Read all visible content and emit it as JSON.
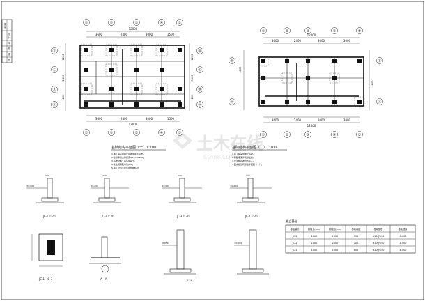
{
  "title_block": {
    "labels": [
      "图",
      "号",
      "设",
      "计",
      "审",
      "核",
      "图",
      "别"
    ]
  },
  "plan1": {
    "title": "基础结构平面图（一）1:100",
    "top_dims": [
      "3600",
      "2400",
      "3000",
      "1500"
    ],
    "top_total": "12000",
    "bottom_dims": [
      "3600",
      "2400",
      "3000",
      "1500"
    ],
    "bottom_total": "12000",
    "left_dims": [
      "1200",
      "2400",
      "1200"
    ],
    "right_dims": [
      "1200",
      "3600",
      "1200"
    ],
    "axes_top": [
      "①",
      "②",
      "③",
      "④",
      "⑤"
    ],
    "axes_side": [
      "Ⓓ",
      "Ⓒ",
      "Ⓑ",
      "Ⓐ"
    ],
    "notes": [
      "1.本工程采用独立基础加条形基础。",
      "2.地基承载力特征值fak=130kPa。",
      "3.基础材料：C25混凝土。",
      "4.未注明基础均为JC-1。",
      "5.施工时须注意与建筑图核对。"
    ]
  },
  "plan2": {
    "title": "基础结构平面图（二）1:100",
    "top_dims": [
      "3600",
      "2400",
      "3000",
      "3000"
    ],
    "top_total": "12000",
    "bottom_dims": [
      "3600",
      "2400",
      "3000",
      "3000"
    ],
    "bottom_total": "12000",
    "side_dims": [
      "4800",
      "4800"
    ],
    "notes": [
      "1.本工程采用独立基础。",
      "2.基础埋深详见基础表。",
      "3.未注明基础均为JC-1。",
      "4.其余做法同基础平面图（一）。"
    ]
  },
  "sections": [
    {
      "label": "JL-1 1:20",
      "dim": "240",
      "elev": "±0.000"
    },
    {
      "label": "JL-2 1:20",
      "dim": "240",
      "elev": "±0.000"
    },
    {
      "label": "JL-3 1:20",
      "dim": "240",
      "elev": "±0.000"
    },
    {
      "label": "JL-4 1:20",
      "dim": "240",
      "elev": "±0.000"
    }
  ],
  "details": {
    "jc_label": "JC-1~JC-3",
    "aa_label": "A—A",
    "wall_label": "1:20",
    "wall_elev": "-0.050",
    "wall_elev2": "±0.000"
  },
  "table": {
    "title": "独立基础",
    "headers": [
      "基础编号",
      "基础长(mm)",
      "基础宽(mm)",
      "基础高度",
      "基础配筋",
      "基础埋深"
    ],
    "rows": [
      [
        "JC-1",
        "1000",
        "1000",
        "550",
        "Φ10@150",
        "-5.600"
      ],
      [
        "JC-2",
        "1000",
        "1000",
        "700",
        "Φ10@150",
        "-8.000"
      ],
      [
        "JC-3",
        "1000",
        "1000",
        "600",
        "Φ10@150",
        "-6.000"
      ]
    ]
  },
  "watermark": {
    "main": "土木在线",
    "sub": "COI88.COM"
  }
}
